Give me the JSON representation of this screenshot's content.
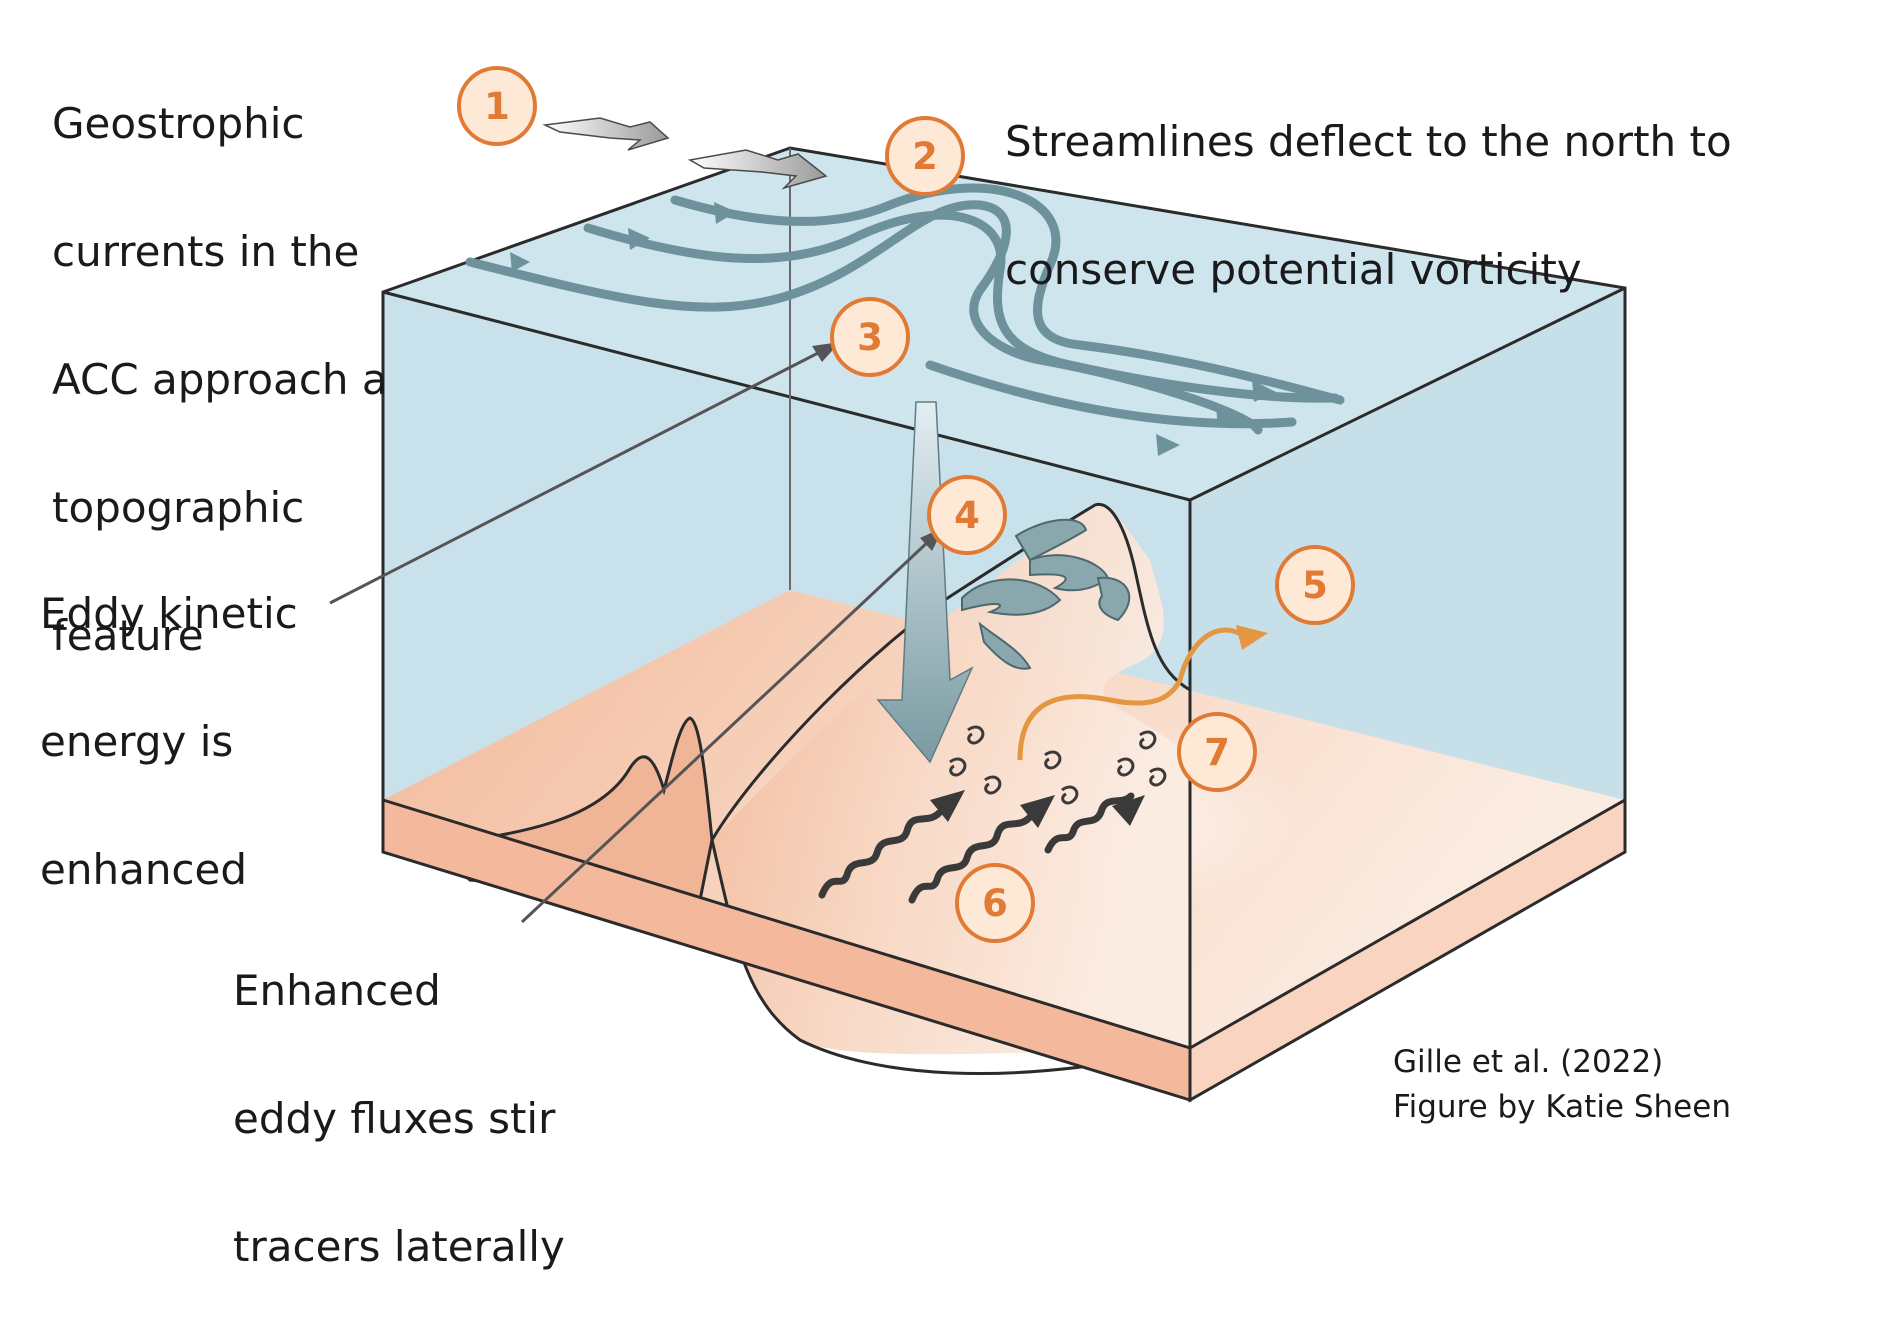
{
  "labels": {
    "geostrophic": [
      "Geostrophic",
      "currents in the",
      "ACC approach a",
      "topographic",
      "feature"
    ],
    "streamlines": [
      "Streamlines deflect to the north to",
      "conserve potential vorticity"
    ],
    "eddy_kinetic": [
      "Eddy kinetic",
      "energy is",
      "enhanced"
    ],
    "enhanced_fluxes": [
      "Enhanced",
      "eddy fluxes stir",
      "tracers laterally"
    ]
  },
  "credit": {
    "citation": "Gille et al. (2022)",
    "figure_by": "Figure by Katie Sheen"
  },
  "markers": [
    "1",
    "2",
    "3",
    "4",
    "5",
    "6",
    "7"
  ],
  "icons": [
    "arrow-icon",
    "downwelling-arrow-icon",
    "spiral-ribbon-icon",
    "eddy-swirl-icon",
    "wavy-arrow-icon"
  ],
  "colors": {
    "water": "#cfe4ec",
    "seafloor": "#f2c1a5",
    "seafloor_side": "#f6cbb2",
    "streamline": "#6e929b",
    "marker_ring": "#e07a35",
    "marker_fill": "#fde9d6",
    "leader_line": "#555555"
  }
}
